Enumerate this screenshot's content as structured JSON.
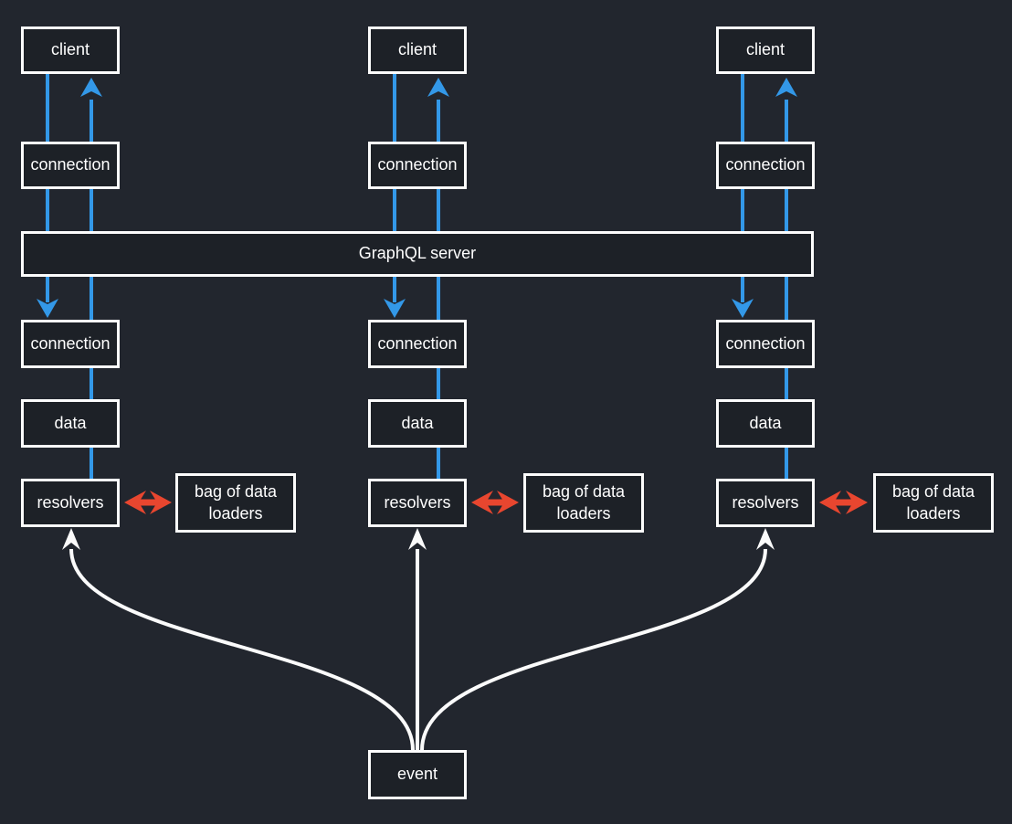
{
  "colors": {
    "background": "#22262e",
    "nodeFill": "#1d2127",
    "nodeBorder": "#fcfcfc",
    "text": "#ffffff",
    "blue": "#3398e8",
    "red": "#e8462f",
    "whiteLine": "#fbfbfb"
  },
  "diagram": {
    "server_label": "GraphQL server",
    "event_label": "event",
    "columns": [
      {
        "client": "client",
        "connection_top": "connection",
        "connection_bottom": "connection",
        "data": "data",
        "resolvers": "resolvers",
        "loaders": "bag of data loaders"
      },
      {
        "client": "client",
        "connection_top": "connection",
        "connection_bottom": "connection",
        "data": "data",
        "resolvers": "resolvers",
        "loaders": "bag of data loaders"
      },
      {
        "client": "client",
        "connection_top": "connection",
        "connection_bottom": "connection",
        "data": "data",
        "resolvers": "resolvers",
        "loaders": "bag of data loaders"
      }
    ]
  }
}
